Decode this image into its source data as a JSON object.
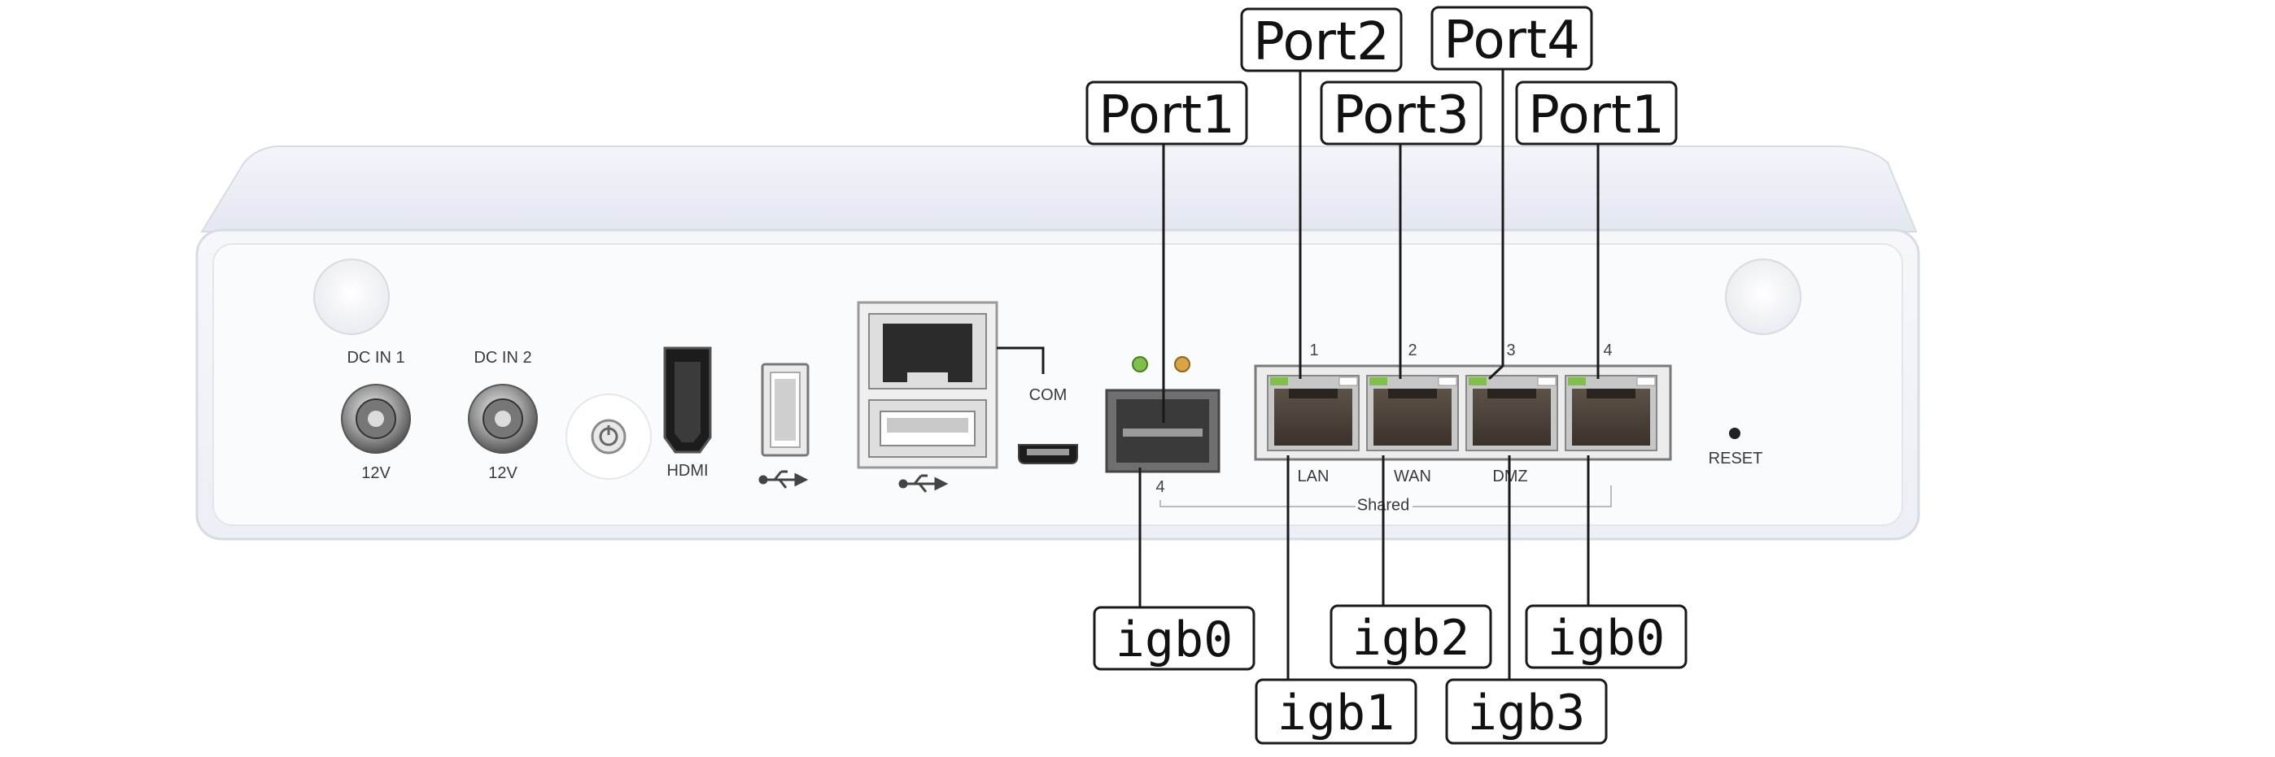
{
  "callouts": {
    "top": [
      {
        "id": "top-port1-sfp",
        "label": "Port1"
      },
      {
        "id": "top-port2",
        "label": "Port2"
      },
      {
        "id": "top-port3",
        "label": "Port3"
      },
      {
        "id": "top-port4",
        "label": "Port4"
      },
      {
        "id": "top-port1-rj",
        "label": "Port1"
      }
    ],
    "bottom": [
      {
        "id": "bot-igb0-sfp",
        "label": "igb0"
      },
      {
        "id": "bot-igb1",
        "label": "igb1"
      },
      {
        "id": "bot-igb2",
        "label": "igb2"
      },
      {
        "id": "bot-igb3",
        "label": "igb3"
      },
      {
        "id": "bot-igb0-rj",
        "label": "igb0"
      }
    ]
  },
  "device": {
    "dc_in_1": "DC IN 1",
    "dc_in_2": "DC IN 2",
    "dc_voltage_1": "12V",
    "dc_voltage_2": "12V",
    "hdmi": "HDMI",
    "com": "COM",
    "reset": "RESET",
    "shared": "Shared",
    "sfp_number": "4",
    "port_numbers": [
      "1",
      "2",
      "3",
      "4"
    ],
    "port_roles": [
      "LAN",
      "WAN",
      "DMZ"
    ]
  },
  "colors": {
    "chassis": "#eef1f7",
    "panel": "#f7f8fb",
    "port_metal": "#b9b9b9",
    "led_green": "#7ec04a",
    "led_orange": "#d9a441"
  }
}
